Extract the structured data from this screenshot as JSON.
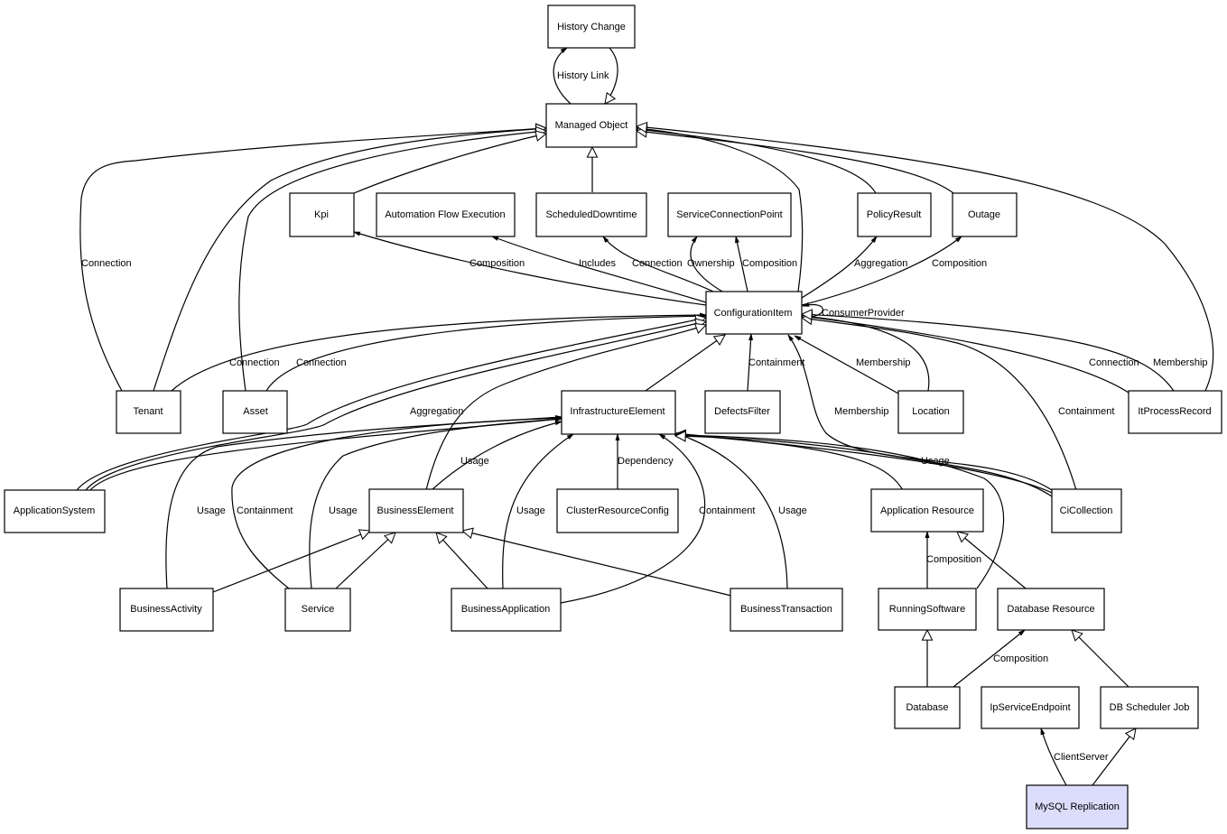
{
  "diagram": {
    "nodes": {
      "history_change": "History Change",
      "managed_object": "Managed Object",
      "kpi": "Kpi",
      "automation_flow_execution": "Automation Flow Execution",
      "scheduled_downtime": "ScheduledDowntime",
      "service_connection_point": "ServiceConnectionPoint",
      "policy_result": "PolicyResult",
      "outage": "Outage",
      "configuration_item": "ConfigurationItem",
      "tenant": "Tenant",
      "asset": "Asset",
      "infrastructure_element": "InfrastructureElement",
      "defects_filter": "DefectsFilter",
      "location": "Location",
      "it_process_record": "ItProcessRecord",
      "application_system": "ApplicationSystem",
      "business_element": "BusinessElement",
      "cluster_resource_config": "ClusterResourceConfig",
      "application_resource": "Application Resource",
      "ci_collection": "CiCollection",
      "business_activity": "BusinessActivity",
      "service": "Service",
      "business_application": "BusinessApplication",
      "business_transaction": "BusinessTransaction",
      "running_software": "RunningSoftware",
      "database_resource": "Database Resource",
      "database": "Database",
      "ip_service_endpoint": "IpServiceEndpoint",
      "db_scheduler_job": "DB Scheduler Job",
      "mysql_replication": "MySQL Replication"
    },
    "edge_labels": {
      "history_link": "History Link",
      "connection_tenant": "Connection",
      "composition_kpi": "Composition",
      "includes": "Includes",
      "connection_sd": "Connection",
      "ownership": "Ownership",
      "composition_scp": "Composition",
      "aggregation_policy": "Aggregation",
      "composition_outage": "Composition",
      "consumer_provider": "ConsumerProvider",
      "connection_tenant_ci": "Connection",
      "connection_asset_ci": "Connection",
      "containment_defects": "Containment",
      "membership_location": "Membership",
      "membership_cicollection": "Membership",
      "containment_cicollection": "Containment",
      "connection_itprocess": "Connection",
      "membership_itprocess": "Membership",
      "aggregation_appsystem": "Aggregation",
      "usage_business_element": "Usage",
      "dependency": "Dependency",
      "usage_cicollection": "Usage",
      "usage_activity": "Usage",
      "containment_service": "Containment",
      "usage_service": "Usage",
      "usage_bizapp": "Usage",
      "containment_bizapp": "Containment",
      "usage_biztrans": "Usage",
      "composition_running": "Composition",
      "composition_database": "Composition",
      "client_server": "ClientServer"
    }
  }
}
